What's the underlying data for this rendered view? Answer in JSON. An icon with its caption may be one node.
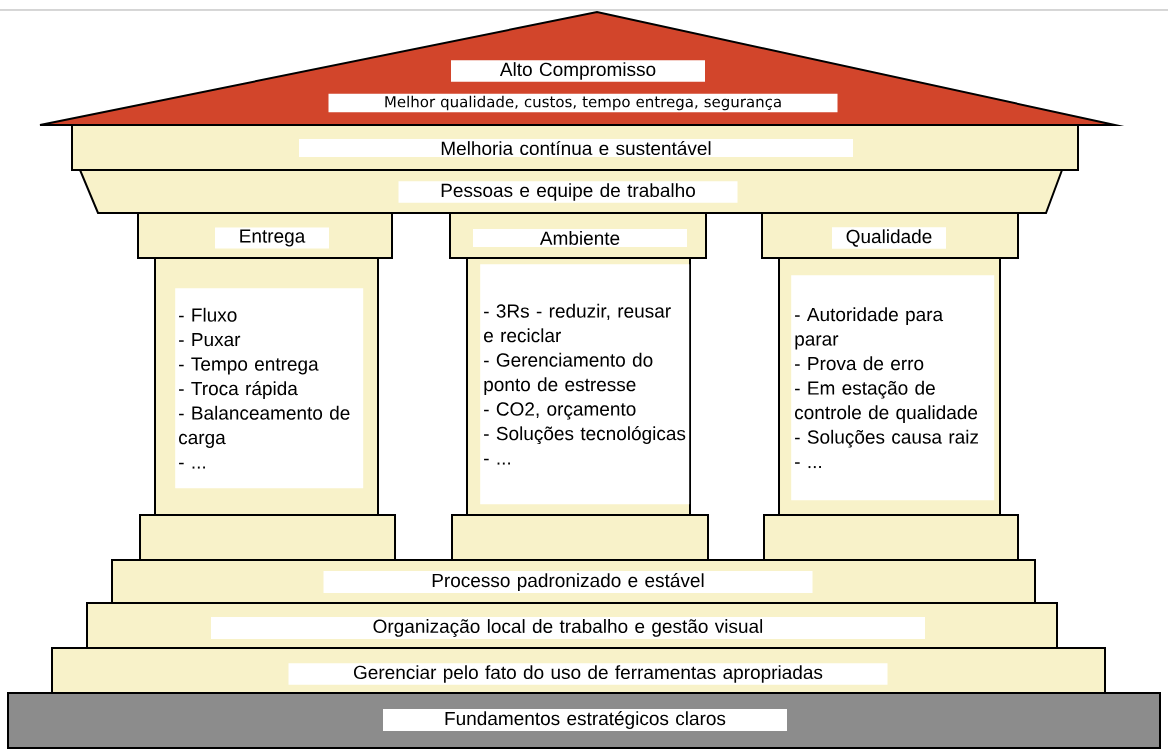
{
  "diagram": {
    "nodes": [
      {
        "text": [
          "Alto Compromisso",
          "Melhor qualidade, custos, tempo entrega, segurança"
        ]
      },
      {
        "text": [
          "Melhoria contínua e sustentável"
        ]
      },
      {
        "text": [
          "Pessoas e equipe de trabalho"
        ]
      },
      {
        "text": [
          "Entrega"
        ]
      },
      {
        "text": [
          "Ambiente"
        ]
      },
      {
        "text": [
          "Qualidade"
        ]
      },
      {
        "text": [
          "- Fluxo",
          "- Puxar",
          "- Tempo entrega",
          "- Troca rápida",
          "- Balanceamento de carga",
          "- ..."
        ]
      },
      {
        "text": [
          "- 3Rs - reduzir, reusar e reciclar",
          "- Gerenciamento do ponto de estresse",
          "- CO2, orçamento",
          "- Soluções tecnológicas",
          "- ..."
        ]
      },
      {
        "text": [
          "- Autoridade para parar",
          "- Prova de erro",
          "- Em estação de controle de qualidade",
          "- Soluções causa raiz",
          "- ..."
        ]
      },
      {
        "text": [],
        "shape": "box"
      },
      {
        "text": [],
        "shape": "box"
      },
      {
        "text": [],
        "shape": "box"
      },
      {
        "text": [
          "Processo padronizado e estável"
        ]
      },
      {
        "text": [
          "Organização local de trabalho e gestão visual"
        ]
      },
      {
        "text": [
          "Gerenciar pelo fato do uso de ferramentas apropriadas"
        ]
      },
      {
        "text": [
          "Fundamentos estratégicos claros"
        ]
      }
    ]
  }
}
